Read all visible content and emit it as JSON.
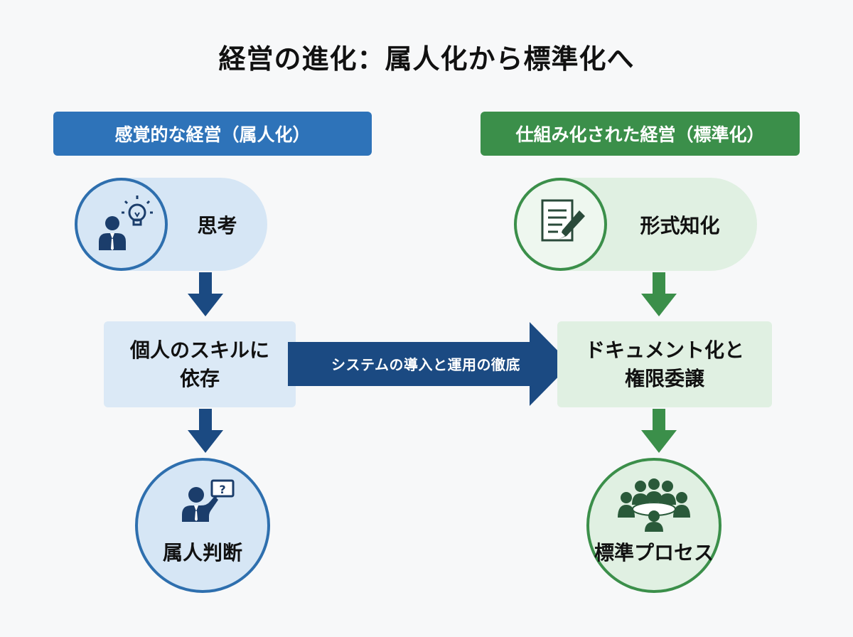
{
  "title": "経営の進化：属人化から標準化へ",
  "left": {
    "header": "感覚的な経営（属人化）",
    "step1": "思考",
    "step2_line1": "個人のスキルに",
    "step2_line2": "依存",
    "step3": "属人判断"
  },
  "right": {
    "header": "仕組み化された経営（標準化）",
    "step1": "形式知化",
    "step2_line1": "ドキュメント化と",
    "step2_line2": "権限委譲",
    "step3": "標準プロセス"
  },
  "transition_label": "システムの導入と運用の徹底",
  "colors": {
    "blue": "#2e73b9",
    "navy": "#1b4a82",
    "green": "#3b8f4a",
    "light_blue": "#d6e6f5",
    "light_green": "#e0f0e2"
  },
  "icons": {
    "left_step1": "person-lightbulb-icon",
    "left_step3": "person-question-icon",
    "right_step1": "document-pencil-icon",
    "right_step3": "team-meeting-icon"
  }
}
